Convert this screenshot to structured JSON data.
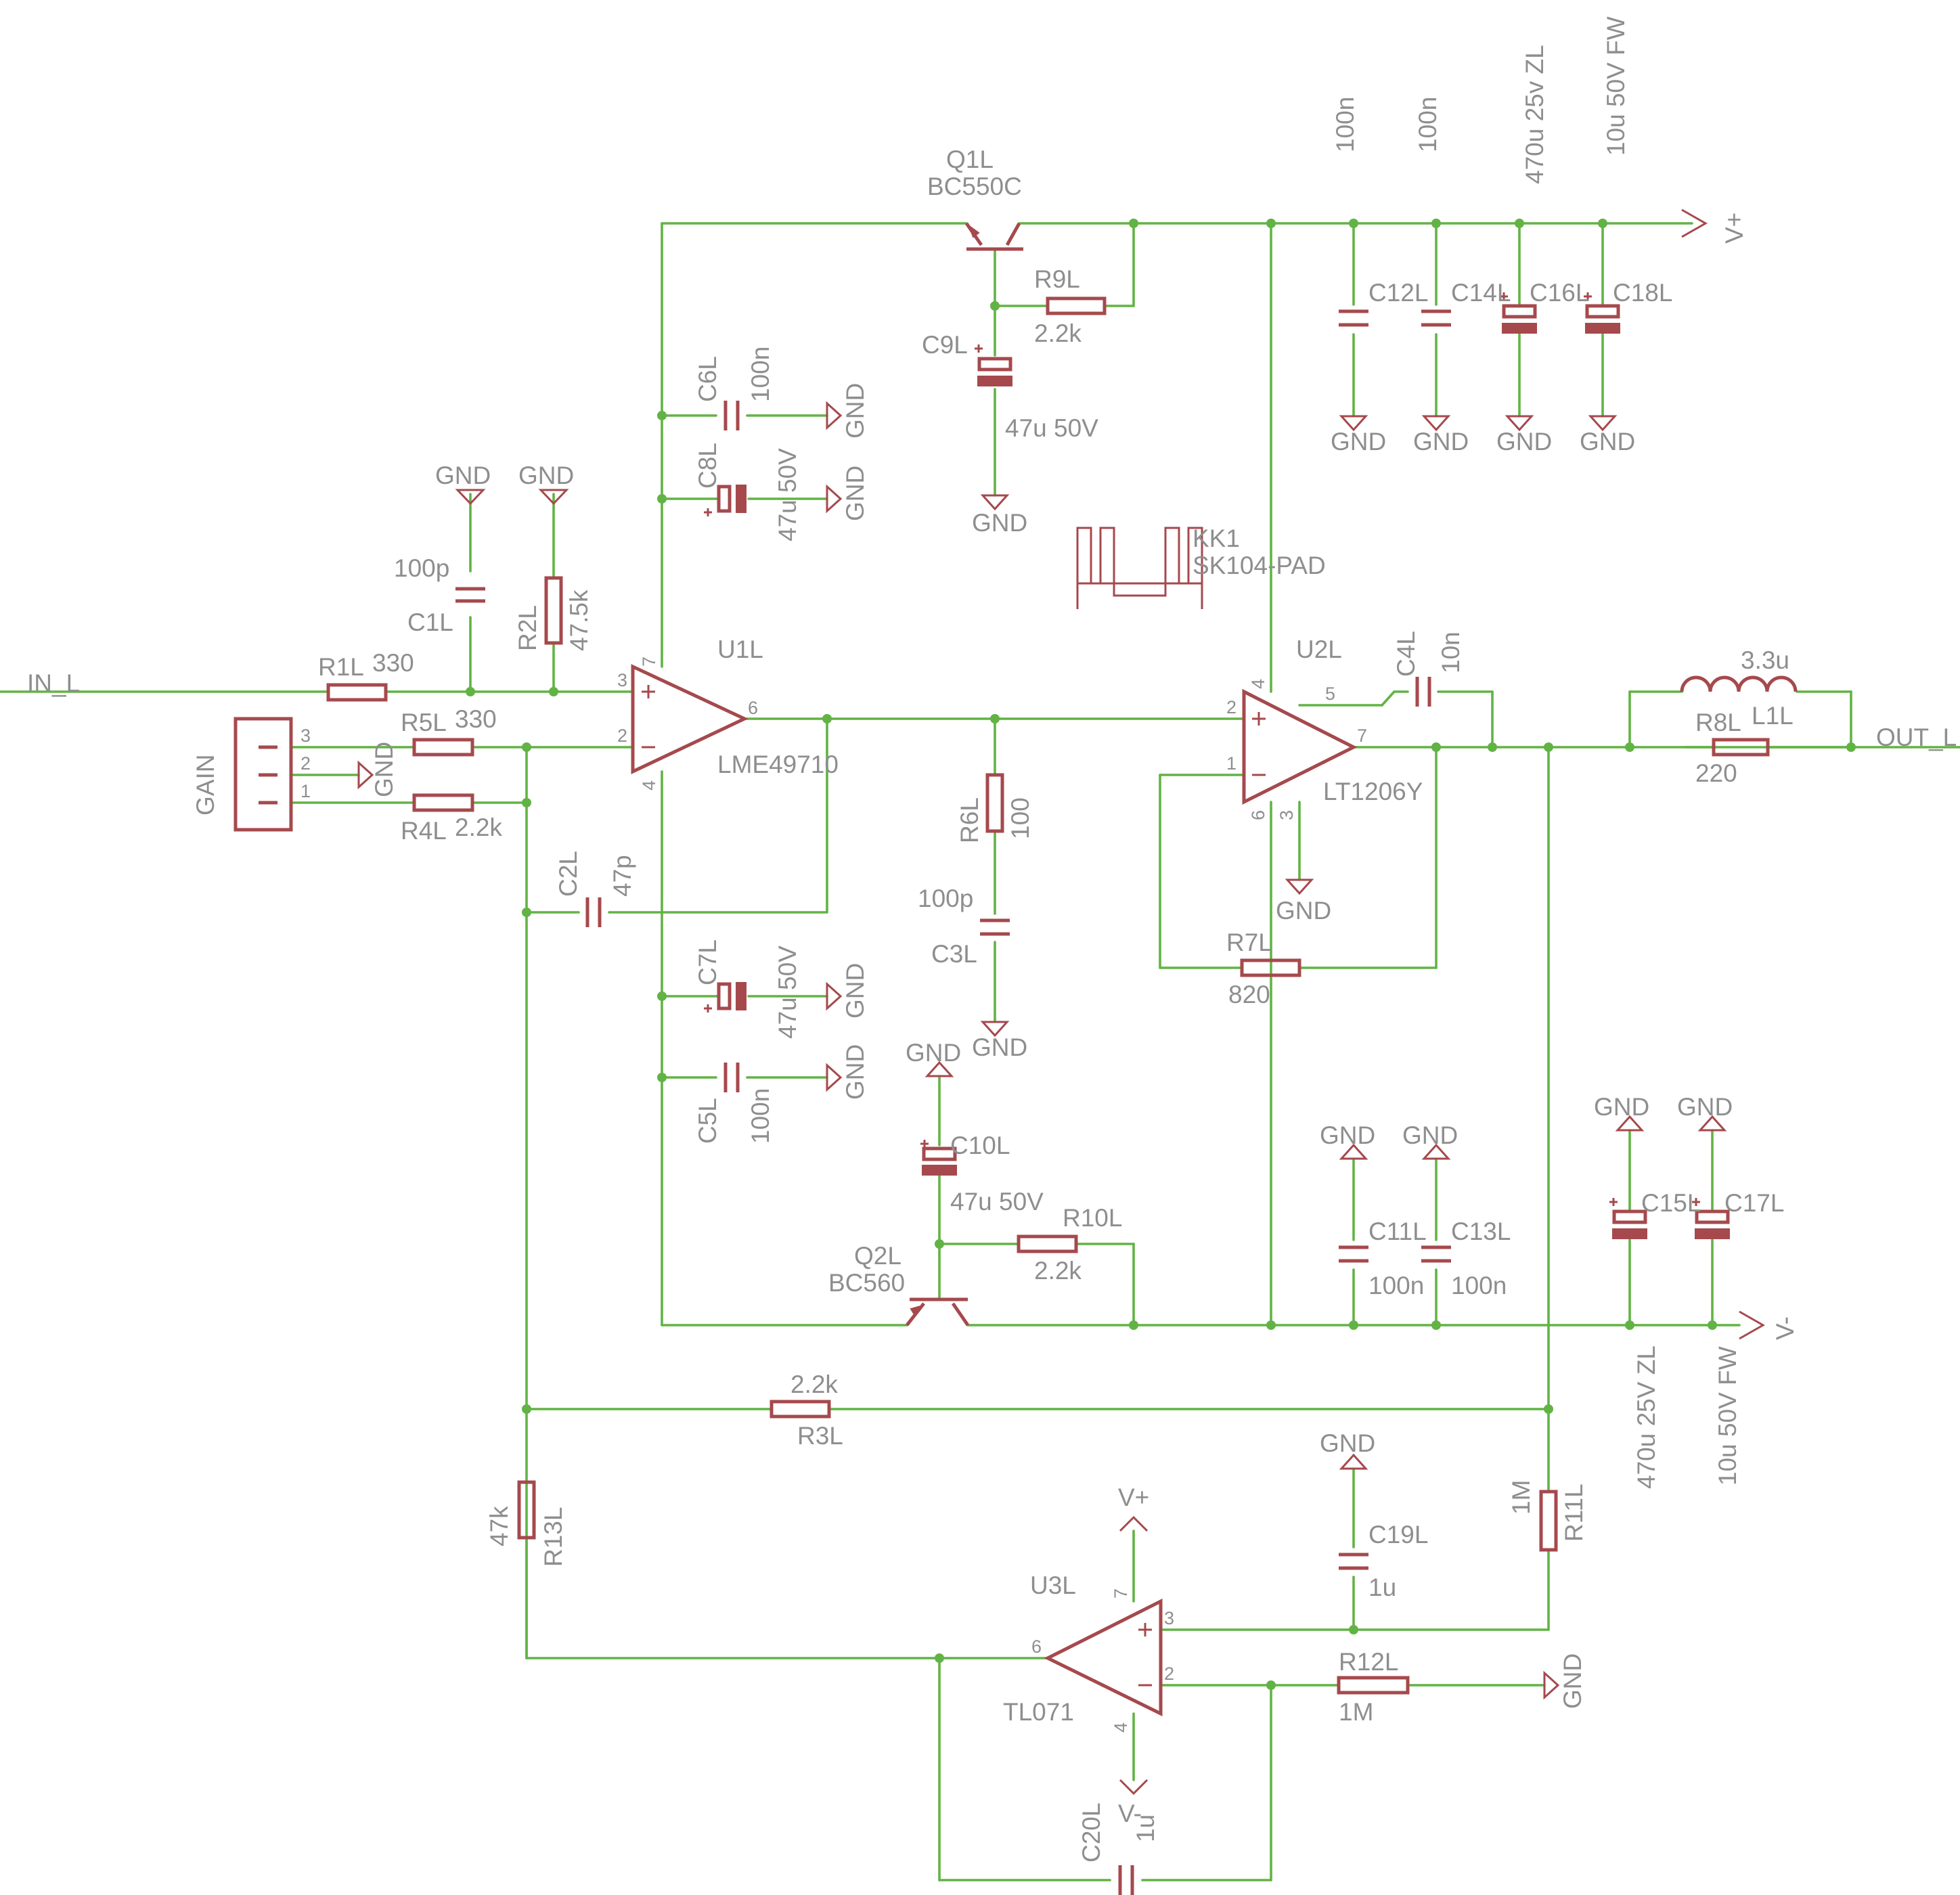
{
  "colors": {
    "wire": "#62b345",
    "symbol": "#a5494d",
    "text": "#8e8e8e",
    "background": "#ffffff"
  },
  "labels": {
    "q1_name": "Q1L",
    "q1_value": "BC550C",
    "r9_name": "R9L",
    "r9_value": "2.2k",
    "c9_name": "C9L",
    "c9_value": "47u 50V",
    "c6_name": "C6L",
    "c6_value": "100n",
    "c8_name": "C8L",
    "c8_value": "47u 50V",
    "c1_value": "100p",
    "c1_name": "C1L",
    "r2_name": "R2L",
    "r2_value": "47.5k",
    "r1_name": "R1L",
    "r1_value": "330",
    "r5_name": "R5L",
    "r5_value": "330",
    "r4_name": "R4L",
    "r4_value": "2.2k",
    "gain": "GAIN",
    "in": "IN_L",
    "out": "OUT_L",
    "u1_name": "U1L",
    "u1_value": "LME49710",
    "u2_name": "U2L",
    "u2_value": "LT1206Y",
    "u3_name": "U3L",
    "u3_value": "TL071",
    "c2_name": "C2L",
    "c2_value": "47p",
    "c7_name": "C7L",
    "c7_value": "47u 50V",
    "c5_name": "C5L",
    "c5_value": "100n",
    "r6_name": "R6L",
    "r6_value": "100",
    "c3_value": "100p",
    "c3_name": "C3L",
    "c10_name": "C10L",
    "c10_value": "47u 50V",
    "r10_name": "R10L",
    "r10_value": "2.2k",
    "q2_name": "Q2L",
    "q2_value": "BC560",
    "kk1_name": "KK1",
    "kk1_value": "SK104-PAD",
    "c4_name": "C4L",
    "c4_value": "10n",
    "r7_name": "R7L",
    "r7_value": "820",
    "l1_value": "3.3u",
    "l1_name": "L1L",
    "r8_name": "R8L",
    "r8_value": "220",
    "c12_name": "C12L",
    "c14_name": "C14L",
    "c16_name": "C16L",
    "c18_name": "C18L",
    "top_100n_a": "100n",
    "top_100n_b": "100n",
    "top_470u": "470u 25v ZL",
    "top_10u": "10u 50V FW",
    "c11_name": "C11L",
    "c11_value": "100n",
    "c13_name": "C13L",
    "c13_value": "100n",
    "c15_name": "C15L",
    "c15_value": "470u 25V ZL",
    "c17_name": "C17L",
    "c17_value": "10u 50V FW",
    "r3_value": "2.2k",
    "r3_name": "R3L",
    "r13_value": "47k",
    "r13_name": "R13L",
    "r11_value": "1M",
    "r11_name": "R11L",
    "c19_name": "C19L",
    "c19_value": "1u",
    "r12_name": "R12L",
    "r12_value": "1M",
    "c20_name": "C20L",
    "c20_value": "1u",
    "vplus": "V+",
    "vminus": "V-",
    "gnd": "GND"
  },
  "pins": {
    "p1": "1",
    "p2": "2",
    "p3": "3",
    "p4": "4",
    "p5": "5",
    "p6": "6",
    "p7": "7"
  }
}
